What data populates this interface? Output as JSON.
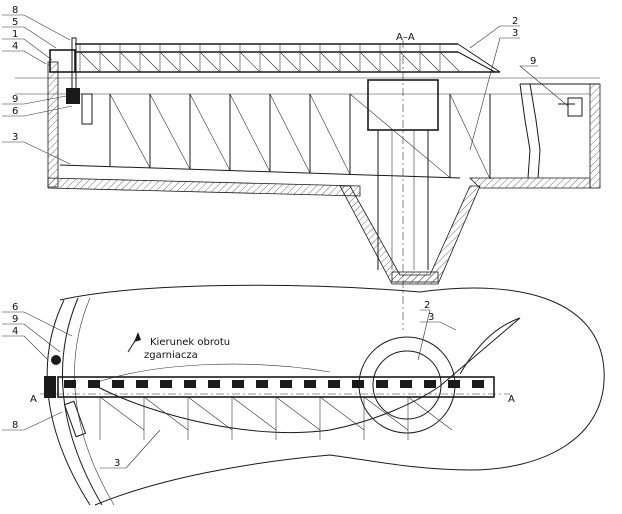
{
  "section_title": "A–A",
  "section_marker_left": "A",
  "section_marker_right": "A",
  "rotation_label_line1": "Kierunek obrotu",
  "rotation_label_line2": "zgarniacza",
  "section_view_callouts": [
    {
      "id": "s8",
      "text": "8"
    },
    {
      "id": "s5",
      "text": "5"
    },
    {
      "id": "s1",
      "text": "1"
    },
    {
      "id": "s4",
      "text": "4"
    },
    {
      "id": "s9",
      "text": "9"
    },
    {
      "id": "s6",
      "text": "6"
    },
    {
      "id": "s3",
      "text": "3"
    },
    {
      "id": "s2r",
      "text": "2"
    },
    {
      "id": "s3r",
      "text": "3"
    },
    {
      "id": "s9r",
      "text": "9"
    }
  ],
  "plan_view_callouts": [
    {
      "id": "p6",
      "text": "6"
    },
    {
      "id": "p9",
      "text": "9"
    },
    {
      "id": "p4",
      "text": "4"
    },
    {
      "id": "p8",
      "text": "8"
    },
    {
      "id": "p3",
      "text": "3"
    },
    {
      "id": "p2",
      "text": "2"
    },
    {
      "id": "p3r",
      "text": "3"
    }
  ]
}
